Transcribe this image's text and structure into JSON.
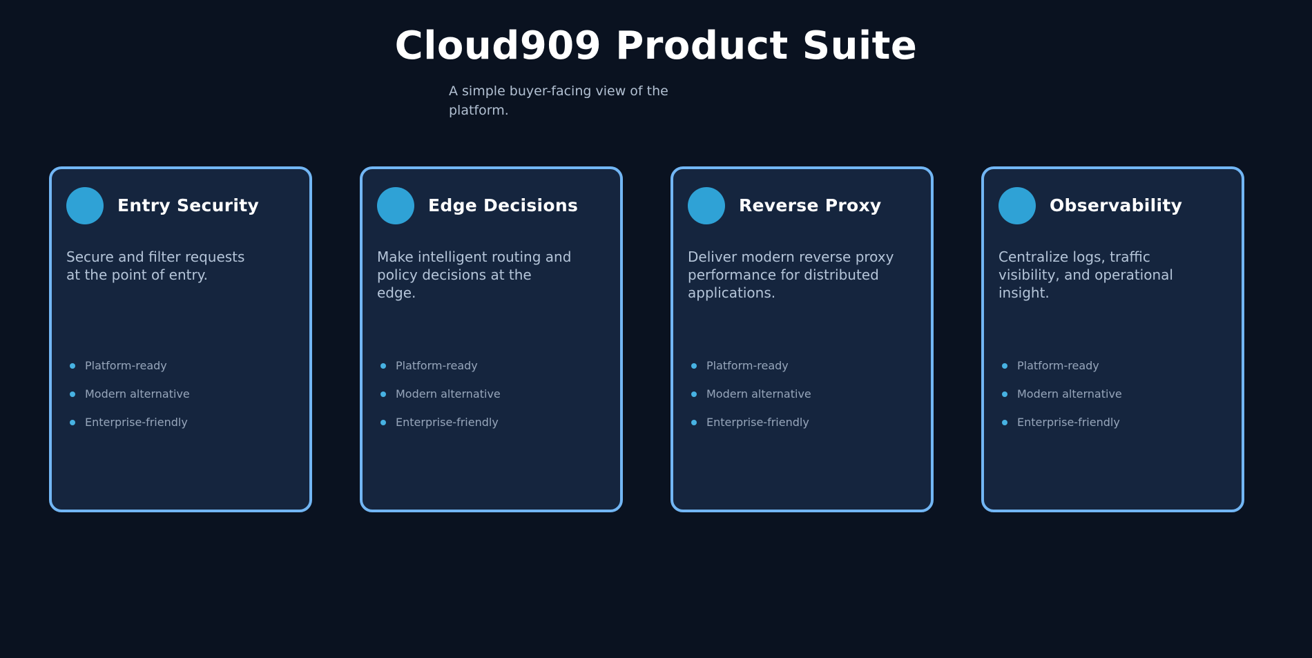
{
  "header": {
    "title": "Cloud909 Product Suite",
    "subtitle": "A simple buyer-facing view of the\nplatform."
  },
  "cards": [
    {
      "icon": "filled-circle-icon",
      "title": "Entry Security",
      "description": "Secure and filter requests\nat the point of entry.",
      "features": [
        "Platform-ready",
        "Modern alternative",
        "Enterprise-friendly"
      ]
    },
    {
      "icon": "filled-circle-icon",
      "title": "Edge Decisions",
      "description": "Make intelligent routing and\npolicy decisions at the\nedge.",
      "features": [
        "Platform-ready",
        "Modern alternative",
        "Enterprise-friendly"
      ]
    },
    {
      "icon": "filled-circle-icon",
      "title": "Reverse Proxy",
      "description": "Deliver modern reverse proxy\nperformance for distributed\napplications.",
      "features": [
        "Platform-ready",
        "Modern alternative",
        "Enterprise-friendly"
      ]
    },
    {
      "icon": "filled-circle-icon",
      "title": "Observability",
      "description": "Centralize logs, traffic\nvisibility, and operational\ninsight.",
      "features": [
        "Platform-ready",
        "Modern alternative",
        "Enterprise-friendly"
      ]
    }
  ],
  "colors": {
    "background": "#0a1220",
    "card_background": "#15253e",
    "card_border": "#72b6f4",
    "circle_accent": "#2fa2d6",
    "bullet_accent": "#47b2e2",
    "title_text": "#ffffff",
    "subtitle_text": "#b2c0d2",
    "description_text": "#b5c5d9",
    "feature_text": "#97a6bb"
  }
}
